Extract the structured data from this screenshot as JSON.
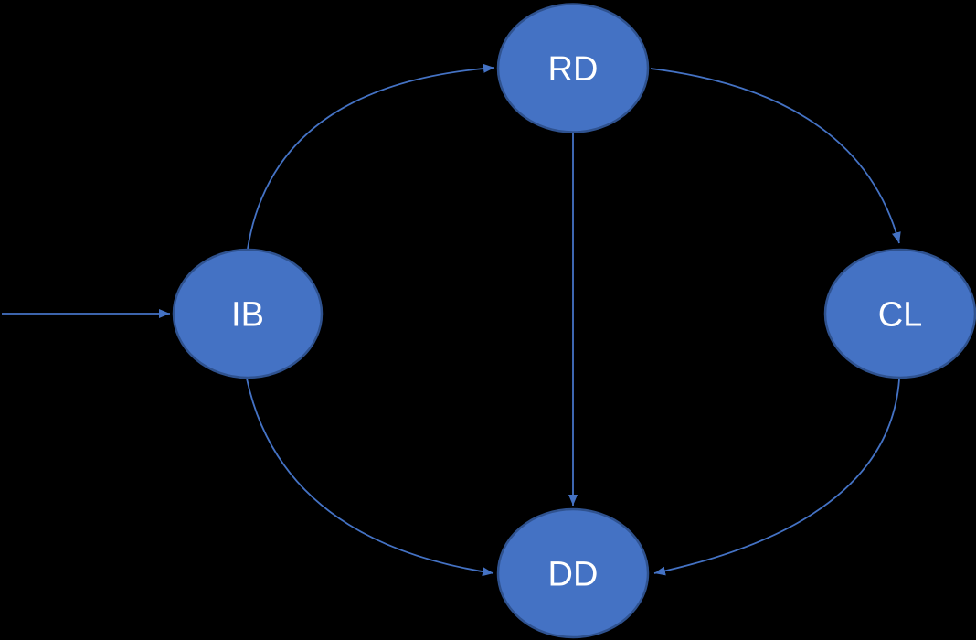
{
  "diagram": {
    "type": "flow-diagram",
    "background_color": "#000000",
    "colors": {
      "node_fill": "#4472C4",
      "node_border": "#2F528F",
      "edge": "#4472C4",
      "label": "#FFFFFF"
    },
    "nodes": [
      {
        "id": "RD",
        "label": "RD",
        "position": "top-center"
      },
      {
        "id": "IB",
        "label": "IB",
        "position": "middle-left"
      },
      {
        "id": "CL",
        "label": "CL",
        "position": "middle-right"
      },
      {
        "id": "DD",
        "label": "DD",
        "position": "bottom-center"
      }
    ],
    "edges": [
      {
        "from": "external-left",
        "to": "IB",
        "style": "straight-arrow"
      },
      {
        "from": "IB",
        "to": "RD",
        "style": "curved-arrow"
      },
      {
        "from": "RD",
        "to": "CL",
        "style": "curved-arrow"
      },
      {
        "from": "RD",
        "to": "DD",
        "style": "straight-arrow"
      },
      {
        "from": "IB",
        "to": "DD",
        "style": "curved-arrow"
      },
      {
        "from": "CL",
        "to": "DD",
        "style": "curved-arrow"
      }
    ]
  }
}
